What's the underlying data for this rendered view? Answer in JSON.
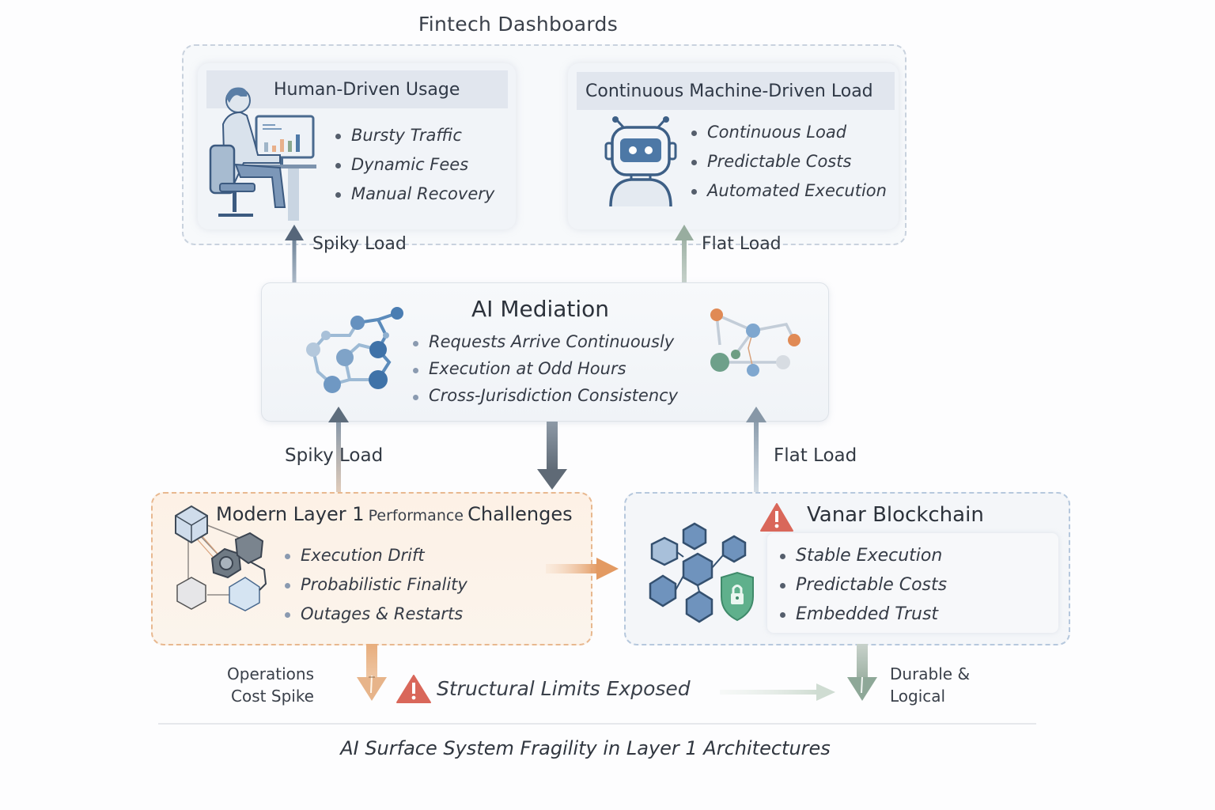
{
  "title": "Fintech Dashboards",
  "human_card": {
    "heading": "Human-Driven Usage",
    "icon": "person-at-computer-icon",
    "bullets": [
      "Bursty Traffic",
      "Dynamic Fees",
      "Manual Recovery"
    ]
  },
  "machine_card": {
    "heading": "Continuous Machine-Driven Load",
    "icon": "robot-icon",
    "bullets": [
      "Continuous Load",
      "Predictable Costs",
      "Automated Execution"
    ]
  },
  "upper_arrows": {
    "left_label": "Spiky Load",
    "right_label": "Flat Load"
  },
  "ai_mediation": {
    "heading": "AI Mediation",
    "left_icon": "neural-network-icon",
    "right_icon": "node-graph-icon",
    "bullets": [
      "Requests Arrive Continuously",
      "Execution at Odd Hours",
      "Cross-Jurisdiction Consistency"
    ]
  },
  "lower_arrows": {
    "left_label": "Spiky Load",
    "right_label": "Flat Load"
  },
  "challenges": {
    "heading_part1": "Modern Layer 1",
    "heading_part2": "Performance",
    "heading_part3": "Challenges",
    "icon": "broken-blockchain-icon",
    "bullets": [
      "Execution Drift",
      "Probabilistic Finality",
      "Outages & Restarts"
    ],
    "accent_color": "#e8b88f"
  },
  "vanar": {
    "heading": "Vanar Blockchain",
    "warning_icon": "warning-triangle-icon",
    "icon": "blockchain-cubes-with-shield-icon",
    "bullets": [
      "Stable Execution",
      "Predictable Costs",
      "Embedded Trust"
    ],
    "accent_color": "#b6c8dd"
  },
  "outcomes": {
    "left_label_line1": "Operations",
    "left_label_line2": "Cost Spike",
    "center_label": "Structural Limits Exposed",
    "right_label_line1": "Durable &",
    "right_label_line2": "Logical"
  },
  "footer": "AI Surface System Fragility in Layer 1 Architectures",
  "colors": {
    "warning_red": "#d9675a",
    "orange_arrow": "#e4a877",
    "green_arrow": "#9fb5a4",
    "dark_arrow": "#6b7580",
    "icon_blue": "#4f7aa8"
  }
}
